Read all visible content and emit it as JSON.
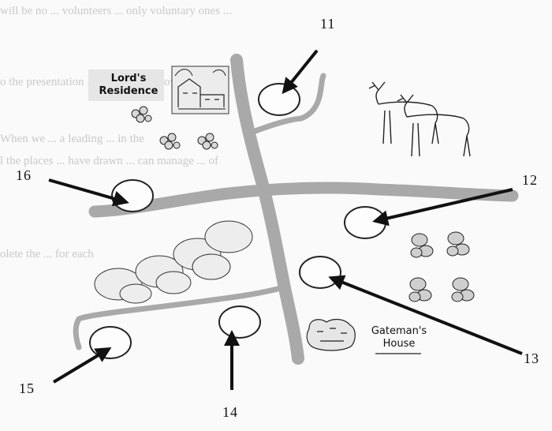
{
  "labels": {
    "lords_residence_line1": "Lord's",
    "lords_residence_line2": "Residence",
    "gatemans_line1": "Gateman's",
    "gatemans_line2": "House"
  },
  "markers": [
    {
      "id": "11",
      "label": "11"
    },
    {
      "id": "12",
      "label": "12"
    },
    {
      "id": "13",
      "label": "13"
    },
    {
      "id": "14",
      "label": "14"
    },
    {
      "id": "15",
      "label": "15"
    },
    {
      "id": "16",
      "label": "16"
    }
  ],
  "colors": {
    "road": "#a9a9a9",
    "ink": "#111111",
    "page": "#fafafa"
  }
}
